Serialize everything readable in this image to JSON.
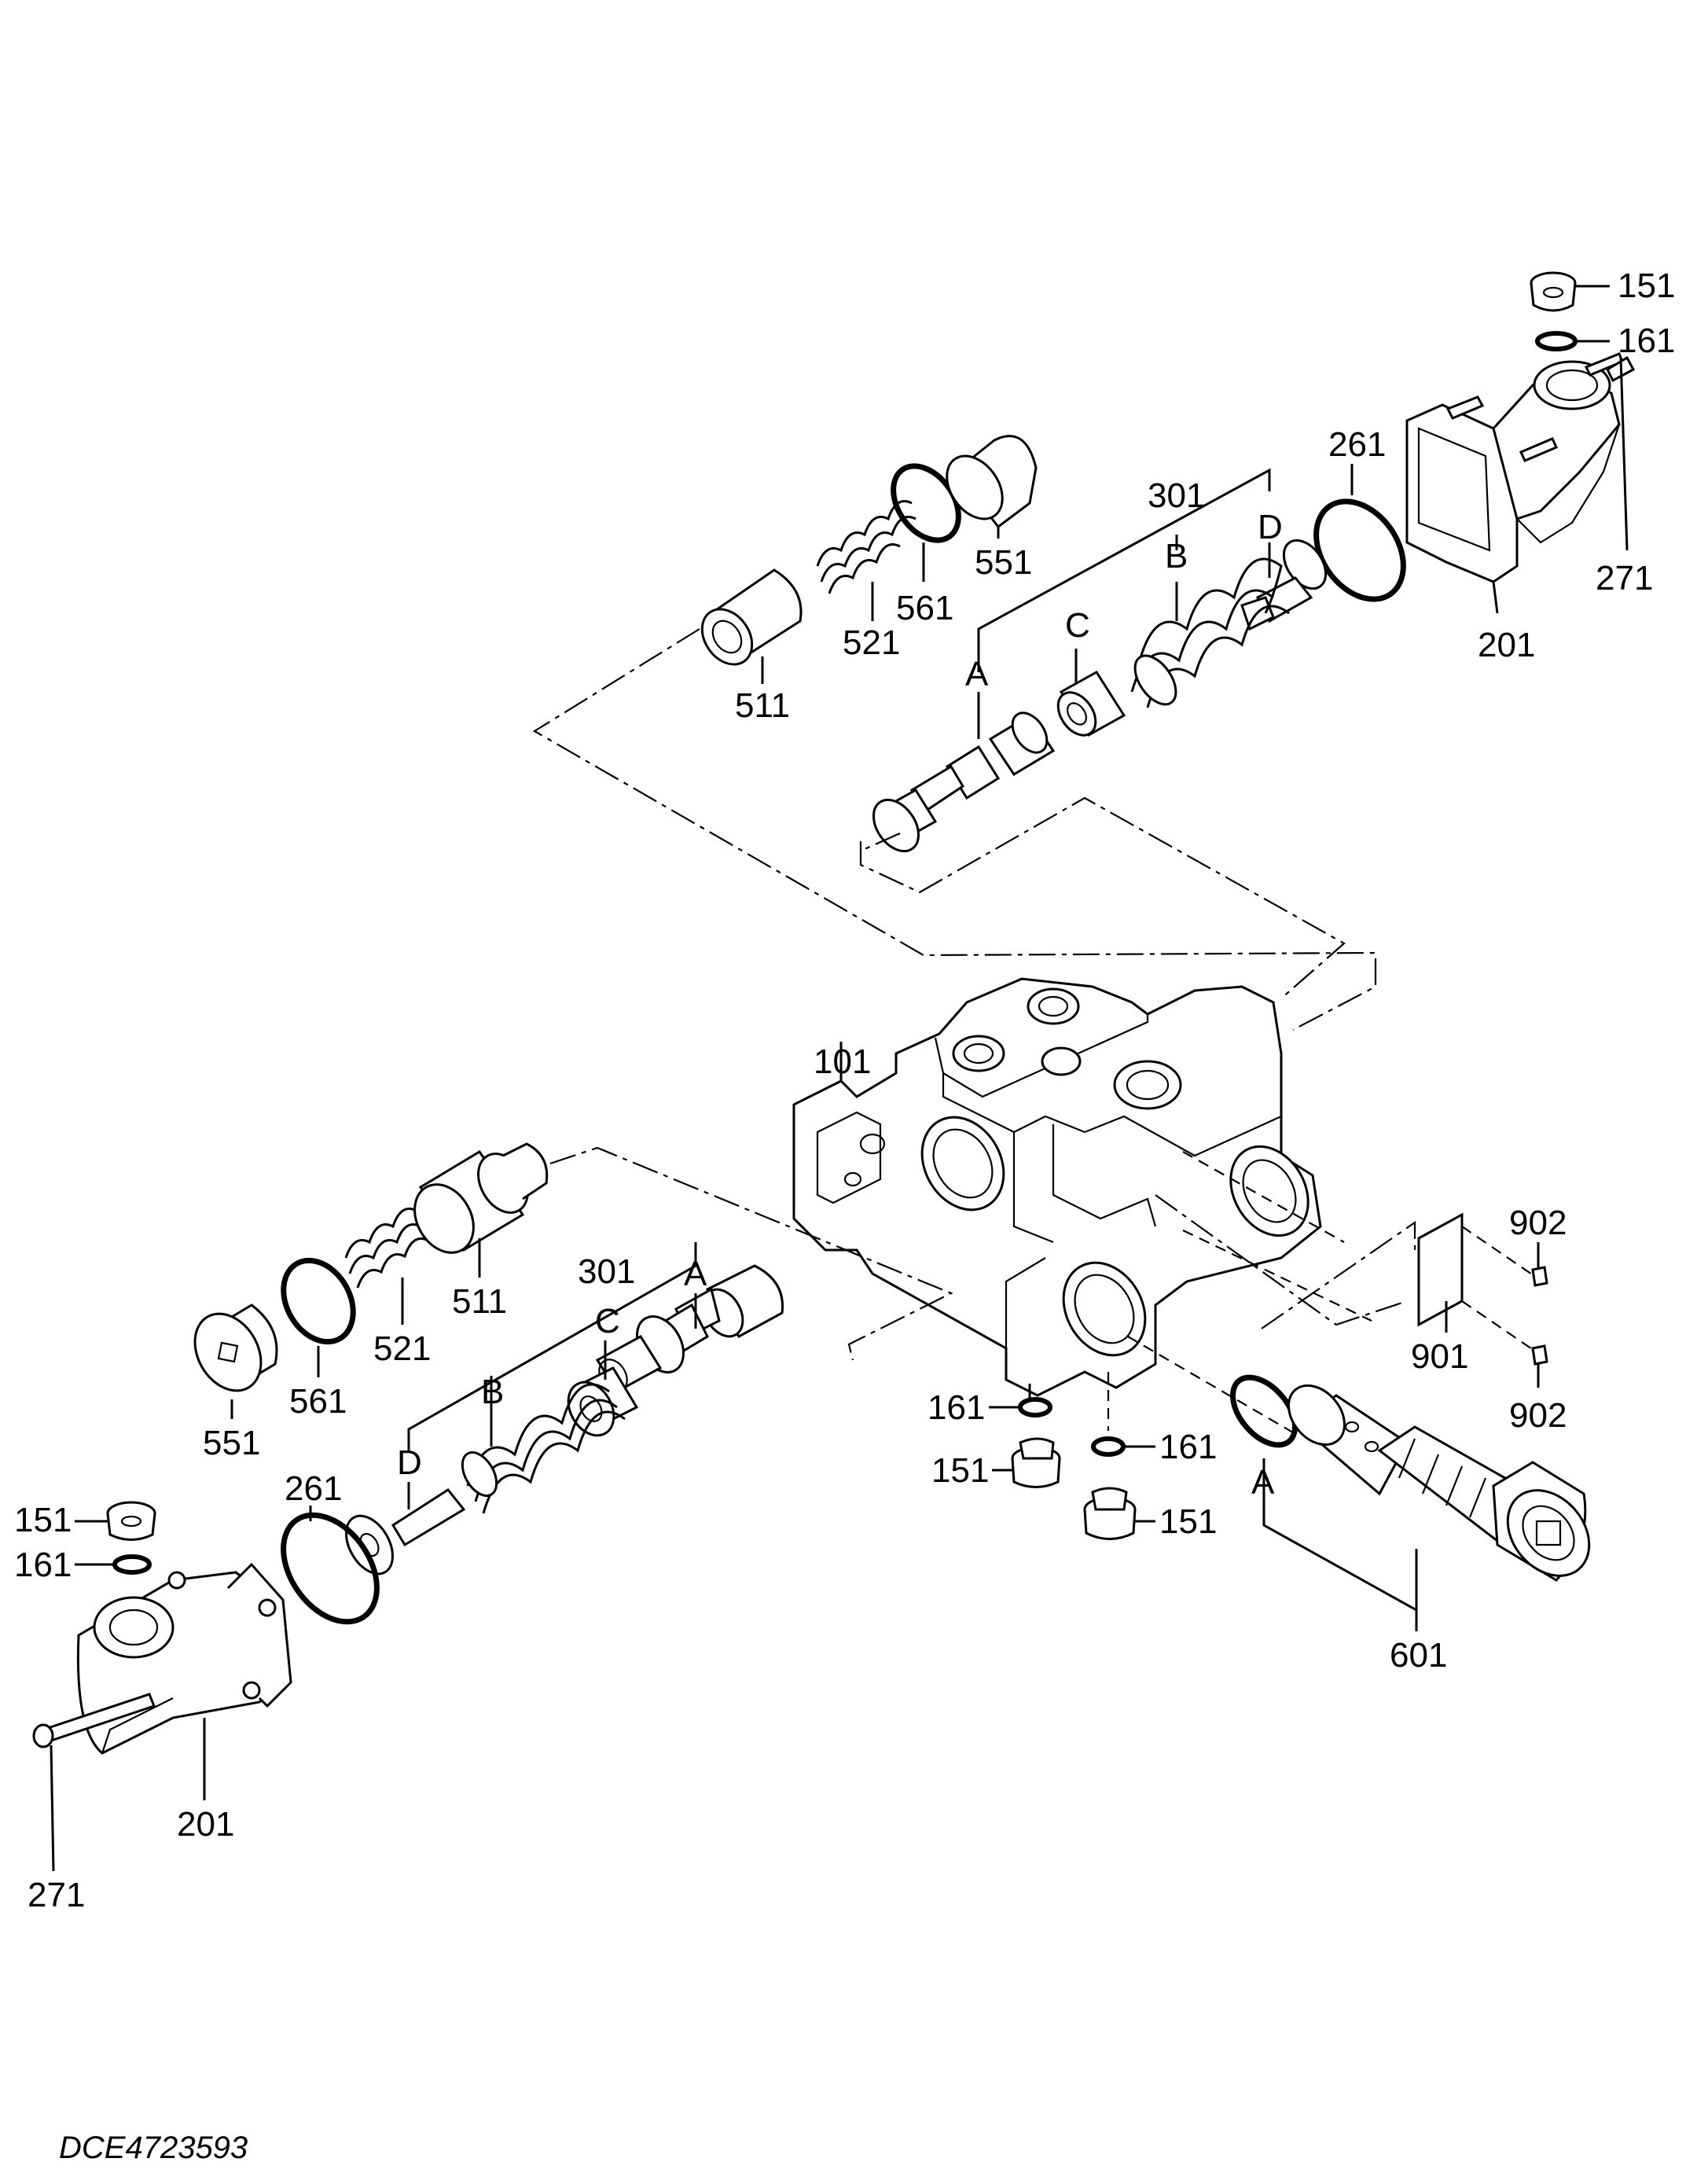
{
  "diagram_code": "DCE4723593",
  "labels": {
    "t151": "151",
    "t161": "161",
    "t261": "261",
    "t271": "271",
    "t201": "201",
    "t301": "301",
    "tD": "D",
    "tB": "B",
    "tC": "C",
    "tA": "A",
    "t551": "551",
    "t561": "561",
    "t521": "521",
    "t511": "511",
    "b101": "101",
    "b902a": "902",
    "b901": "901",
    "b902b": "902",
    "b161a": "161",
    "b151a": "151",
    "b161b": "161",
    "b151b": "151",
    "bA": "A",
    "b601": "601",
    "l301": "301",
    "lA": "A",
    "lC": "C",
    "lB": "B",
    "lD": "D",
    "l511": "511",
    "l521": "521",
    "l561": "561",
    "l551": "551",
    "l261": "261",
    "l151": "151",
    "l161": "161",
    "l201": "201",
    "l271": "271"
  }
}
